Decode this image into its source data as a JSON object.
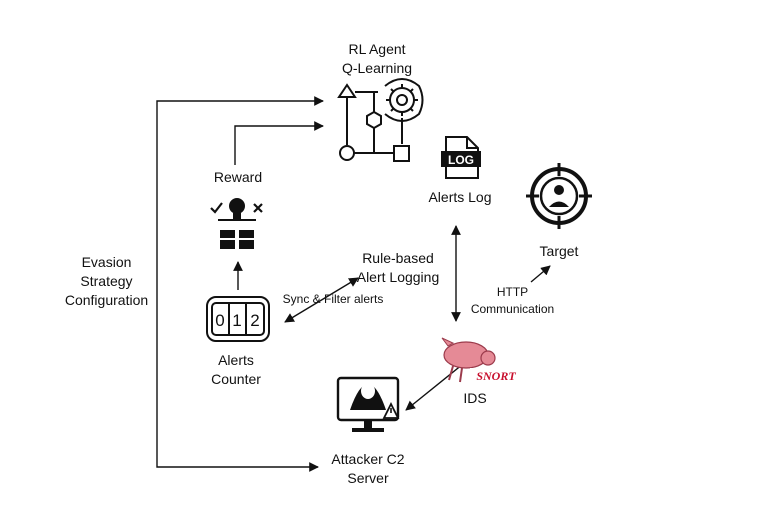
{
  "nodes": {
    "rl_agent": {
      "line1": "RL Agent",
      "line2": "Q-Learning",
      "icon": "flowchart-gear-icon"
    },
    "reward": {
      "label": "Reward",
      "icon": "lightbulb-reward-icon"
    },
    "evasion": {
      "line1": "Evasion",
      "line2": "Strategy",
      "line3": "Configuration"
    },
    "rule_logging": {
      "line1": "Rule-based",
      "line2": "Alert Logging"
    },
    "alerts_counter": {
      "line1": "Alerts",
      "line2": "Counter",
      "icon": "counter-icon"
    },
    "alerts_log": {
      "label": "Alerts Log",
      "icon": "log-file-icon",
      "icon_text": "LOG"
    },
    "target": {
      "label": "Target",
      "icon": "target-crosshair-icon"
    },
    "ids": {
      "label": "IDS",
      "icon": "snort-pig-icon",
      "logo_text": "SNORT",
      "logo_color": "#c8102e"
    },
    "attacker_c2": {
      "line1": "Attacker C2",
      "line2": "Server",
      "icon": "hooded-hacker-monitor-icon"
    }
  },
  "edges": {
    "sync_filter": "Sync & Filter alerts",
    "http": {
      "line1": "HTTP",
      "line2": "Communication"
    }
  },
  "counter_digits": [
    "0",
    "1",
    "2"
  ],
  "colors": {
    "line": "#111111",
    "background": "#ffffff",
    "snort_pig": "#e58a96"
  }
}
